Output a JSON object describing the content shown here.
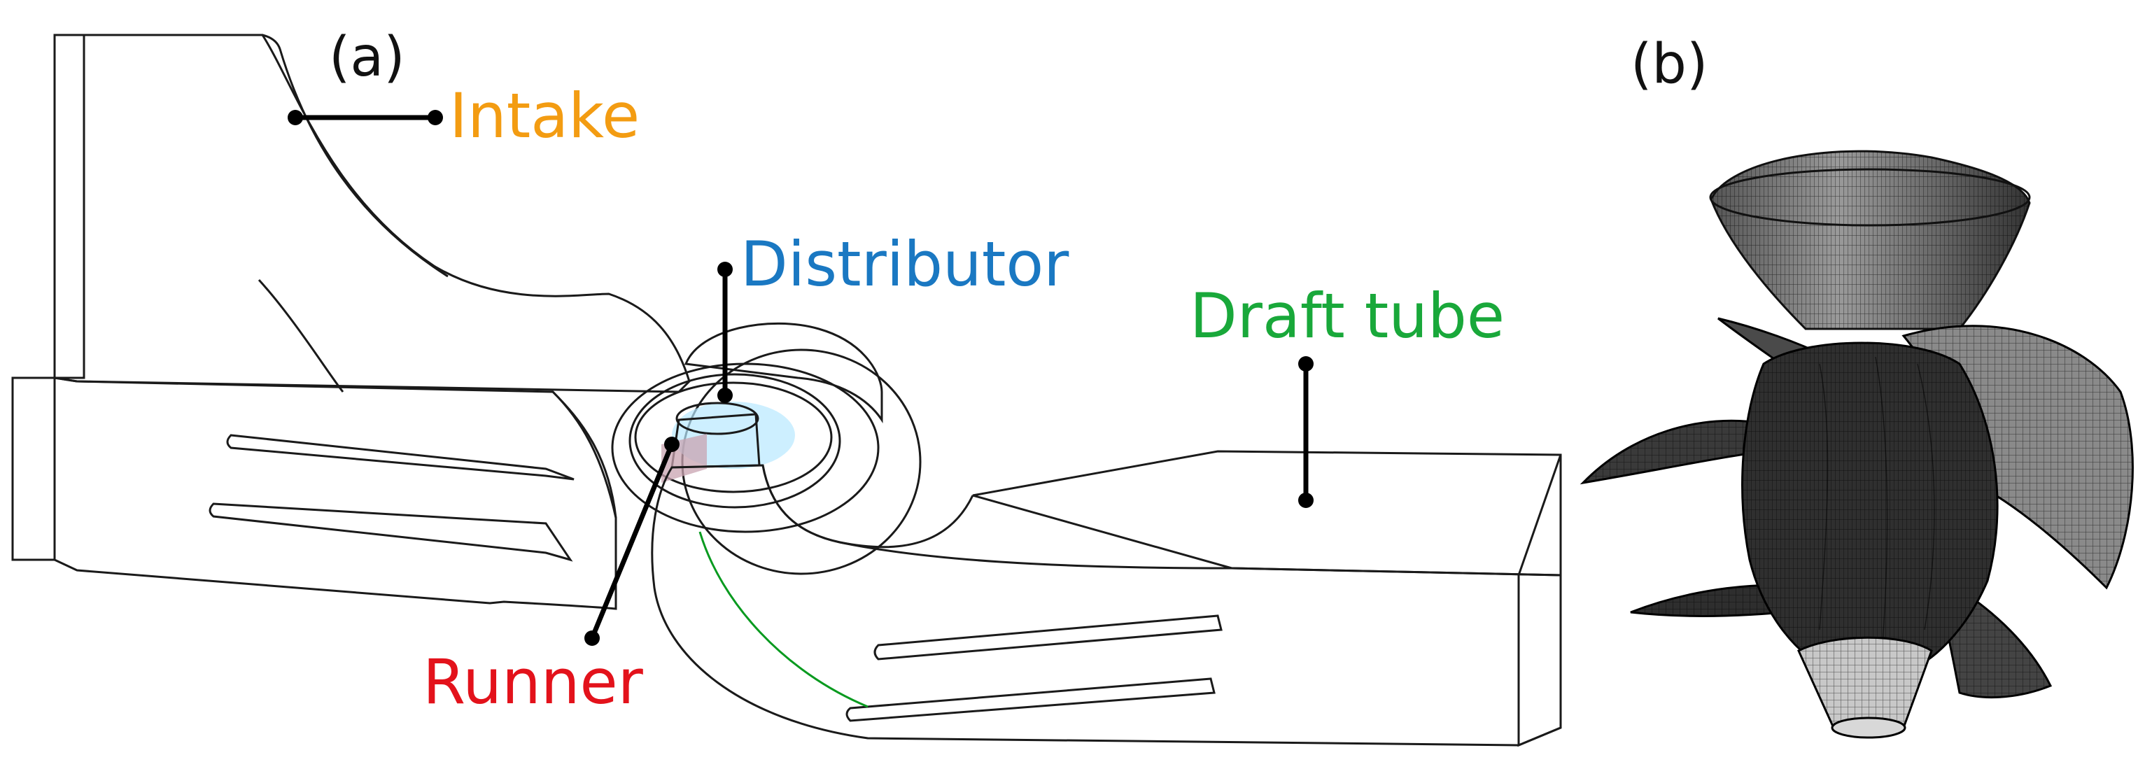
{
  "panels": {
    "a": "(a)",
    "b": "(b)"
  },
  "labels": {
    "intake": "Intake",
    "distributor": "Distributor",
    "draft_tube": "Draft tube",
    "runner": "Runner"
  },
  "colors": {
    "intake": "#f0f000",
    "intake_shade": "#d8d800",
    "intake_label": "#f39c12",
    "distributor": "#2aa8e6",
    "distributor_label": "#1a78c2",
    "runner": "#e8141e",
    "runner_label": "#e3121b",
    "draft_tube": "#0dbb2a",
    "draft_tube_label": "#19a83a",
    "mesh_dark": "#222222",
    "mesh_light": "#cfcfcf"
  }
}
